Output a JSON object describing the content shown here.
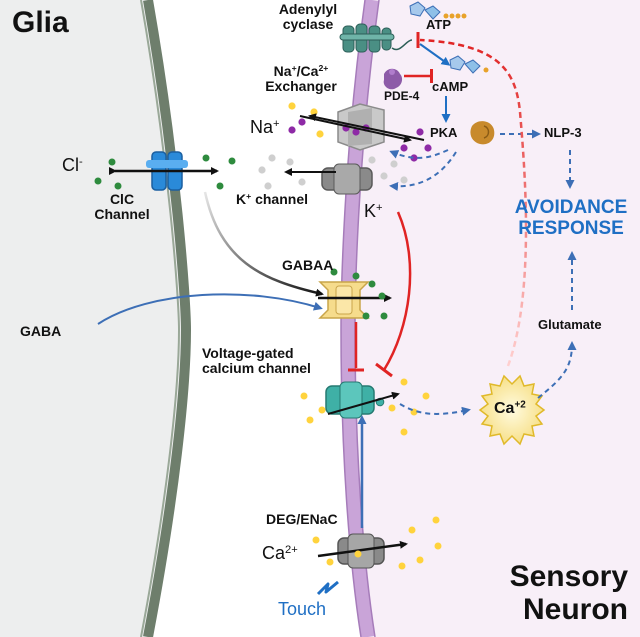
{
  "regions": {
    "glia": "Glia",
    "sensory_neuron_line1": "Sensory",
    "sensory_neuron_line2": "Neuron"
  },
  "labels": {
    "adenylyl_cyclase_line1": "Adenylyl",
    "adenylyl_cyclase_line2": "cyclase",
    "atp": "ATP",
    "camp": "cAMP",
    "pde4": "PDE-4",
    "pka": "PKA",
    "nlp3": "NLP-3",
    "exchanger_line1_pre": "Na",
    "exchanger_line1_sup1": "+",
    "exchanger_line1_mid": "/Ca",
    "exchanger_line1_sup2": "2+",
    "exchanger_line2": "Exchanger",
    "na_ion": "Na",
    "na_ion_sup": "+",
    "cl_ion": "Cl",
    "cl_ion_sup": "-",
    "k_channel": "K",
    "k_channel_sup": "+",
    "k_channel_rest": " channel",
    "k_ion": "K",
    "k_ion_sup": "+",
    "clc_channel_line1": "ClC",
    "clc_channel_line2": "Channel",
    "gabaa": "GABAA",
    "gaba": "GABA",
    "vgcc_line1": "Voltage-gated",
    "vgcc_line2": "calcium channel",
    "glutamate": "Glutamate",
    "calcium": "Ca",
    "calcium_sup": "+2",
    "avoidance_line1": "AVOIDANCE",
    "avoidance_line2": "RESPONSE",
    "deg_enac": "DEG/ENaC",
    "ca_ion": "Ca",
    "ca_ion_sup": "2+",
    "touch": "Touch"
  },
  "colors": {
    "glia_bg": "#edeeee",
    "glia_membrane": "#6e7e6c",
    "neuron_bg": "#f8eff8",
    "neuron_membrane": "#c9a4d8",
    "blue_accent": "#1f6fc4",
    "inhibition_red": "#e02424",
    "calcium_yellow": "#ffd33d",
    "chloride_green": "#2e8b3e",
    "sodium_purple": "#8e2aa6",
    "potassium_grey": "#bdbdbd"
  }
}
